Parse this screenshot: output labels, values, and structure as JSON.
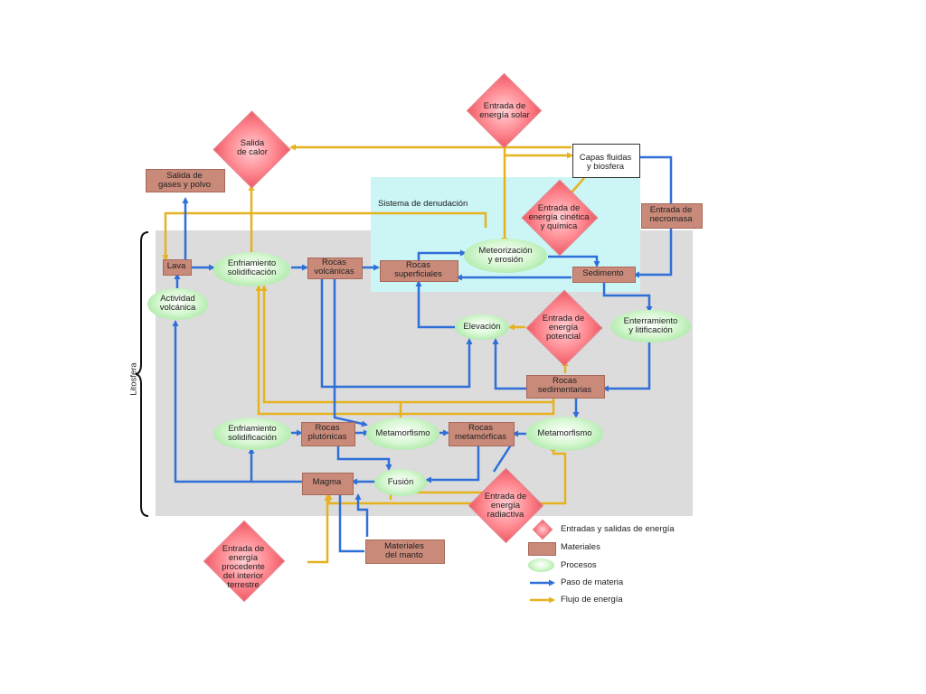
{
  "colors": {
    "matter_flow": "#2f6fd8",
    "energy_flow": "#e6b21f",
    "material_box": "#c98a7a",
    "lithosphere_bg": "#dcdcdc",
    "denudation_bg": "#ccf5f6"
  },
  "lithosphere_label": "Litosfera",
  "denudation_label": "Sistema de denudación",
  "energy_nodes": {
    "solar": "Entrada de\nenergía solar",
    "heat_out": "Salida\nde calor",
    "kinetic": "Entrada de\nenergía cinética\ny química",
    "potential": "Entrada de\nenergía\npotencial",
    "radioactive": "Entrada de\nenergía\nradiactiva",
    "interior": "Entrada de\nenergía\nprocedente\ndel interior\nterrestre"
  },
  "material_nodes": {
    "gases": "Salida de\ngases y polvo",
    "lava": "Lava",
    "volcanic_rocks": "Rocas\nvolcánicas",
    "surface_rocks": "Rocas\nsuperficiales",
    "sediment": "Sedimento",
    "necromass": "Entrada de\nnecromasa",
    "sedimentary_rocks": "Rocas\nsedimentarias",
    "plutonic_rocks": "Rocas\nplutónicas",
    "metamorphic_rocks": "Rocas\nmetamórficas",
    "magma": "Magma",
    "mantle": "Materiales\ndel manto"
  },
  "boxed_nodes": {
    "fluid_layers": "Capas fluidas\ny biosfera"
  },
  "process_nodes": {
    "cooling_top": "Enfriamiento\nsolidificación",
    "volcanic_activity": "Actividad\nvolcánica",
    "weathering": "Meteorización\ny erosión",
    "burial": "Enterramiento\ny litificación",
    "uplift": "Elevación",
    "cooling_bottom": "Enfriamiento\nsolidificación",
    "metamorphism_center": "Metamorfismo",
    "metamorphism_right": "Metamorfismo",
    "fusion": "Fusión"
  },
  "legend": {
    "energy": "Entradas y salidas de energía",
    "materials": "Materiales",
    "processes": "Procesos",
    "matter": "Paso de materia",
    "flow": "Flujo de energía"
  }
}
